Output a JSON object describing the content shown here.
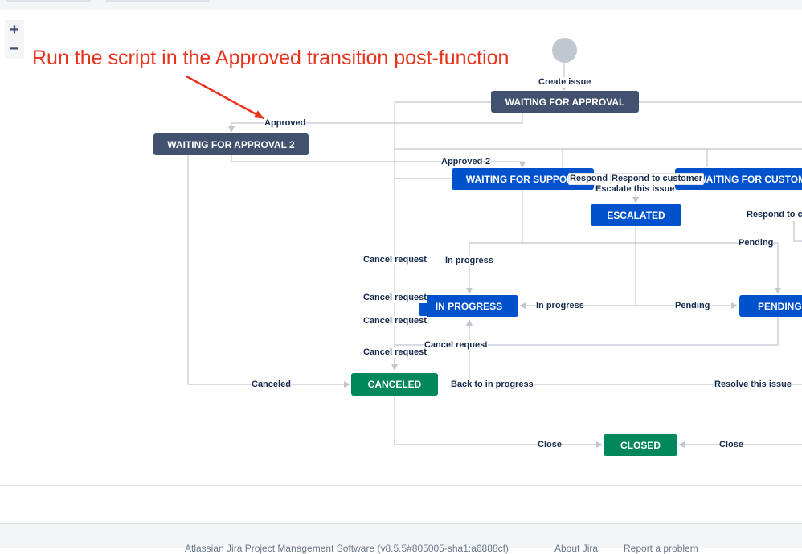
{
  "annotation": "Run the script in the Approved transition post-function",
  "zoom": {
    "in": "+",
    "out": "−"
  },
  "statuses": {
    "waiting_for_approval": "WAITING FOR APPROVAL",
    "waiting_for_approval_2": "WAITING FOR APPROVAL 2",
    "waiting_for_support": "WAITING FOR SUPPORT",
    "waiting_for_customer": "WAITING FOR CUSTOMER",
    "escalated": "ESCALATED",
    "in_progress": "IN PROGRESS",
    "pending": "PENDING",
    "canceled": "CANCELED",
    "closed": "CLOSED"
  },
  "transitions": {
    "create_issue": "Create issue",
    "approved": "Approved",
    "approved_2": "Approved-2",
    "respond_to_customer_a": "Respond to customer",
    "respond_to_customer_b": "Respond to customer",
    "escalate_this_issue": "Escalate this issue",
    "respond_to_c": "Respond to c",
    "pending_a": "Pending",
    "pending_b": "Pending",
    "in_progress_a": "In progress",
    "in_progress_b": "In progress",
    "cancel_request_1": "Cancel request",
    "cancel_request_2": "Cancel request",
    "cancel_request_3": "Cancel request",
    "cancel_request_4": "Cancel request",
    "cancel_request_5": "Cancel request",
    "canceled": "Canceled",
    "back_to_in_progress": "Back to in progress",
    "resolve_this_issue": "Resolve this issue",
    "close_a": "Close",
    "close_b": "Close"
  },
  "footer": {
    "product": "Atlassian Jira Project Management Software (v8.5.5#805005-sha1:a6888cf)",
    "about": "About Jira",
    "report": "Report a problem"
  },
  "colors": {
    "todo": "#42526e",
    "in_progress": "#0052cc",
    "done": "#00875a",
    "annotation": "#e8321b"
  }
}
